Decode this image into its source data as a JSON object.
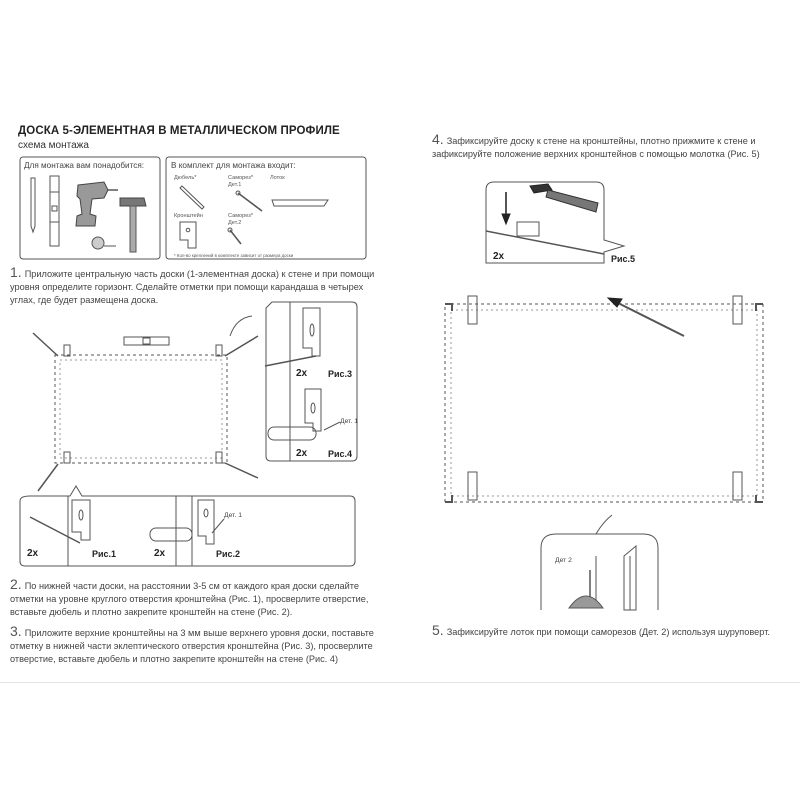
{
  "header": {
    "title": "ДОСКА 5-ЭЛЕМЕНТНАЯ В МЕТАЛЛИЧЕСКОМ ПРОФИЛЕ",
    "subtitle": "схема монтажа"
  },
  "tools_box": {
    "label": "Для монтажа вам понадобится:",
    "icons": [
      "pencil-icon",
      "level-icon",
      "drill-icon",
      "tape-measure-icon",
      "hammer-icon"
    ]
  },
  "kit_box": {
    "label": "В комплект для монтажа входит:",
    "items": {
      "dowel": "Дюбель*",
      "screw": "Саморез*",
      "screw_part": "Дет.1",
      "tray": "Лоток",
      "bracket": "Кронштейн",
      "screw2": "Саморез*",
      "screw2_part": "Дет.2"
    },
    "footnote": "* Кол-во креплений в комплекте зависит от размера доски"
  },
  "steps": {
    "s1": {
      "num": "1.",
      "text": "Приложите центральную часть доски (1-элементная доска) к стене и при помощи уровня определите горизонт. Сделайте отметки при помощи карандаша в четырех углах, где будет размещена доска."
    },
    "s2": {
      "num": "2.",
      "text": "По нижней части доски, на расстоянии 3-5 см от каждого края доски сделайте отметки на уровне круглого отверстия кронштейна (Рис. 1), просверлите отверстие, вставьте дюбель и плотно закрепите кронштейн на стене (Рис. 2)."
    },
    "s3": {
      "num": "3.",
      "text": "Приложите верхние кронштейны на 3 мм выше верхнего уровня доски, поставьте отметку в нижней части эклептического отверстия кронштейна (Рис. 3), просверлите отверстие, вставьте дюбель и плотно закрепите кронштейн на стене (Рис. 4)"
    },
    "s4": {
      "num": "4.",
      "text": "Зафиксируйте доску к стене на кронштейны, плотно прижмите к стене и зафиксируйте положение верхних кронштейнов с помощью молотка (Рис. 5)"
    },
    "s5": {
      "num": "5.",
      "text": "Зафиксируйте лоток при помощи саморезов (Дет. 2) используя шуруповерт."
    }
  },
  "figures": {
    "fig1": {
      "label": "Рис.1",
      "count": "2x"
    },
    "fig2": {
      "label": "Рис.2",
      "count": "2x",
      "part": "Дет. 1"
    },
    "fig3": {
      "label": "Рис.3",
      "count": "2x"
    },
    "fig4": {
      "label": "Рис.4",
      "count": "2x",
      "part": "Дет. 1"
    },
    "fig5": {
      "label": "Рис.5",
      "count": "2x"
    },
    "fig6": {
      "part": "Дет 2"
    }
  },
  "colors": {
    "line": "#555555",
    "text": "#444444",
    "dark": "#222222"
  }
}
